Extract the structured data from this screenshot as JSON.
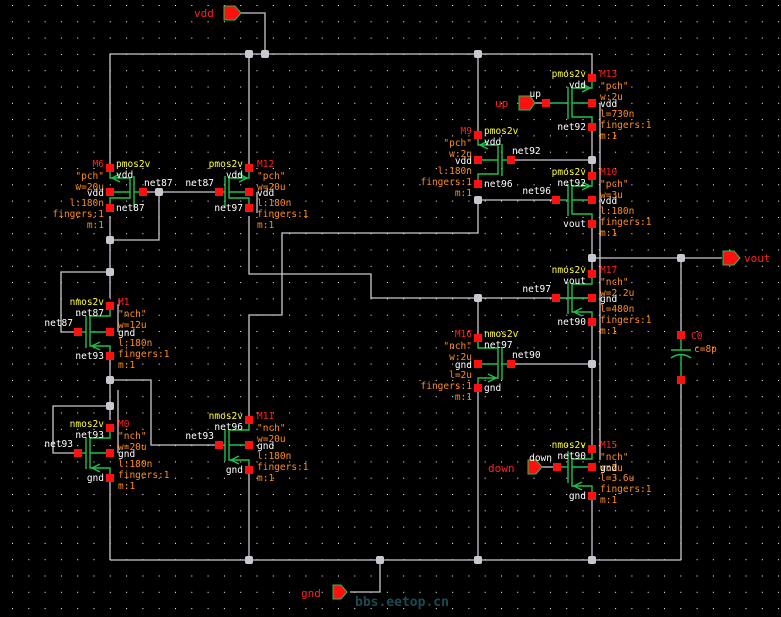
{
  "app": {
    "view": "Schematic editor canvas",
    "watermark": "bbs.eetop.cn"
  },
  "colors": {
    "background": "#000000",
    "wire": "#c8c8d0",
    "device": "#1fbf4f",
    "pin": "#ff1010",
    "instance_name": "#ff2020",
    "cell_name": "#ffff33",
    "parameter": "#ff8c1a",
    "net_label": "#ffffff"
  },
  "ports": {
    "vdd": "vdd",
    "gnd": "gnd",
    "up": "up",
    "down": "down",
    "vout": "vout"
  },
  "devices": {
    "M6": {
      "name": "M6",
      "cell": "pmos2v",
      "model": "\"pch\"",
      "w": "w=20u",
      "l": "l:180n",
      "fingers": "fingers:1",
      "m": "m:1",
      "gate": "net87",
      "source": "vdd",
      "drain": "net87",
      "bulk": "vdd"
    },
    "M12": {
      "name": "M12",
      "cell": "pmos2v",
      "model": "\"pch\"",
      "w": "w=20u",
      "l": "l:180n",
      "fingers": "fingers:1",
      "m": "m:1",
      "gate": "net87",
      "source": "vdd",
      "drain": "net97",
      "bulk": "vdd"
    },
    "M13": {
      "name": "M13",
      "cell": "pmos2v",
      "model": "\"pch\"",
      "w": "w:2u",
      "l": "l=730n",
      "fingers": "fingers:1",
      "m": "m:1",
      "gate": "up",
      "source": "vdd",
      "drain": "net92",
      "bulk": "vdd"
    },
    "M9": {
      "name": "M9",
      "cell": "pmos2v",
      "model": "\"pch\"",
      "w": "w:2u",
      "l": "l:180n",
      "fingers": "fingers:1",
      "m": "m:1",
      "gate": "net92",
      "source": "vdd",
      "drain": "net96",
      "bulk": "vdd"
    },
    "M10": {
      "name": "M10",
      "cell": "pmos2v",
      "model": "\"pch\"",
      "w": "w=3u",
      "l": "l:180n",
      "fingers": "fingers:1",
      "m": "m:1",
      "gate": "net96",
      "source": "net92",
      "drain": "vout",
      "bulk": "vdd"
    },
    "M1": {
      "name": "M1",
      "cell": "nmos2v",
      "model": "\"nch\"",
      "w": "w=12u",
      "l": "l:180n",
      "fingers": "fingers:1",
      "m": "m:1",
      "gate": "net87",
      "source": "net93",
      "drain": "net87",
      "bulk": "gnd"
    },
    "M0": {
      "name": "M0",
      "cell": "nmos2v",
      "model": "\"nch\"",
      "w": "w=20u",
      "l": "l:180n",
      "fingers": "fingers:1",
      "m": "m:1",
      "gate": "net93",
      "source": "gnd",
      "drain": "net93",
      "bulk": "gnd"
    },
    "M11": {
      "name": "M11",
      "cell": "nmos2v",
      "model": "\"nch\"",
      "w": "w=20u",
      "l": "l:180n",
      "fingers": "fingers:1",
      "m": "m:1",
      "gate": "net93",
      "source": "gnd",
      "drain": "net96",
      "bulk": "gnd"
    },
    "M17": {
      "name": "M17",
      "cell": "nmos2v",
      "model": "\"nch\"",
      "w": "w=2.2u",
      "l": "l=480n",
      "fingers": "fingers:1",
      "m": "m:1",
      "gate": "net97",
      "source": "net90",
      "drain": "vout",
      "bulk": "gnd"
    },
    "M16": {
      "name": "M16",
      "cell": "nmos2v",
      "model": "\"nch\"",
      "w": "w:2u",
      "l": "l=2u",
      "fingers": "fingers:1",
      "m": "m:1",
      "gate": "net90",
      "source": "gnd",
      "drain": "net97",
      "bulk": "gnd"
    },
    "M15": {
      "name": "M15",
      "cell": "nmos2v",
      "model": "\"nch\"",
      "w": "w:2u",
      "l": "l=3.6u",
      "fingers": "fingers:1",
      "m": "m:1",
      "gate": "down",
      "source": "gnd",
      "drain": "net90",
      "bulk": "gnd"
    }
  },
  "capacitor": {
    "name": "C0",
    "value": "c=8p"
  }
}
